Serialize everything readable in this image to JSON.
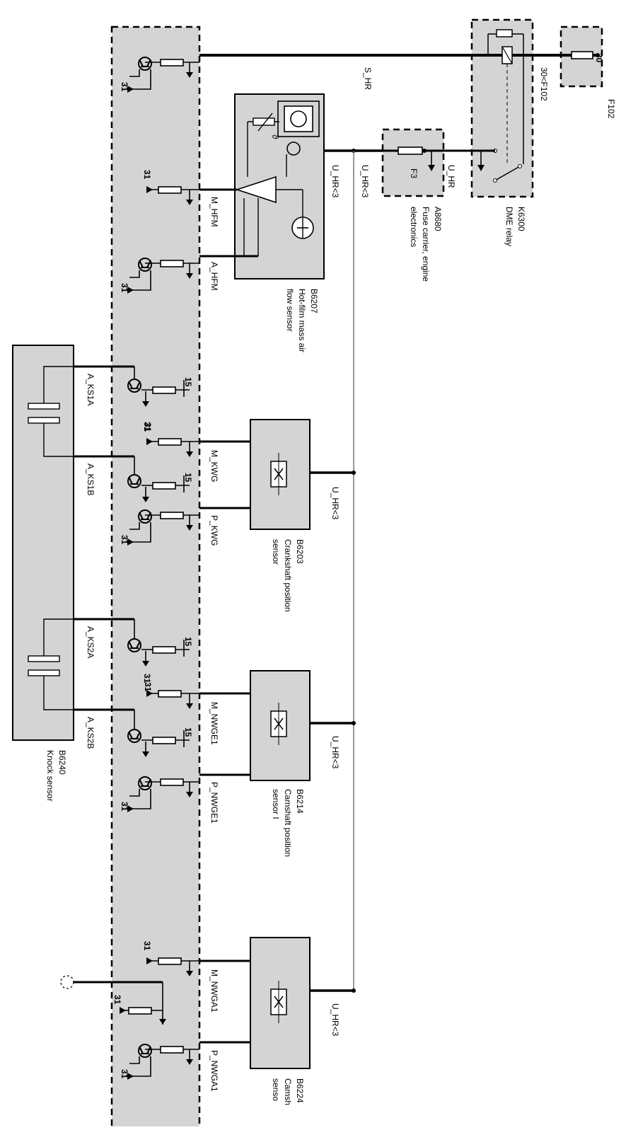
{
  "colors": {
    "box_fill": "#d4d4d4",
    "line": "#000000",
    "thin_line": "#555555"
  },
  "modules": {
    "f102": {
      "id": "F102",
      "pin": "30"
    },
    "k6300": {
      "id": "K6300",
      "name": "DME relay",
      "pin_in": "30<F102"
    },
    "a8680": {
      "id": "A8680",
      "line1": "Fuse carrier, engine",
      "line2": "electronics",
      "fuse": "F3"
    },
    "b6207": {
      "id": "B6207",
      "line1": "Hot-film mass air",
      "line2": "flow sensor"
    },
    "b6203": {
      "id": "B6203",
      "line1": "Crankshaft position",
      "line2": "sensor"
    },
    "b6214": {
      "id": "B6214",
      "line1": "Camshaft position",
      "line2": "sensor I"
    },
    "b6224": {
      "id": "B6224",
      "line1": "Camsh",
      "line2": "senso"
    },
    "b6240": {
      "id": "B6240",
      "name": "Knock sensor"
    }
  },
  "signals": {
    "s_hr": "S_HR",
    "u_hr": "U_HR",
    "u_hr3_a": "U_HR<3",
    "u_hr3_b": "U_HR<3",
    "u_hr3_c": "U_HR<3",
    "u_hr3_d": "U_HR<3",
    "u_hr3_e": "U_HR<3",
    "m_hfm": "M_HFM",
    "a_hfm": "A_HFM",
    "a_ks1a": "A_KS1A",
    "a_ks1b": "A_KS1B",
    "m_kwg": "M_KWG",
    "p_kwg": "P_KWG",
    "a_ks2a": "A_KS2A",
    "a_ks2b": "A_KS2B",
    "m_nwge1": "M_NWGE1",
    "p_nwge1": "P_NWGE1",
    "m_nwga1": "M_NWGA1",
    "p_nwga1": "P_NWGA1"
  },
  "pins": {
    "gnd": "31",
    "supply": "15",
    "theta": "ϑ"
  }
}
